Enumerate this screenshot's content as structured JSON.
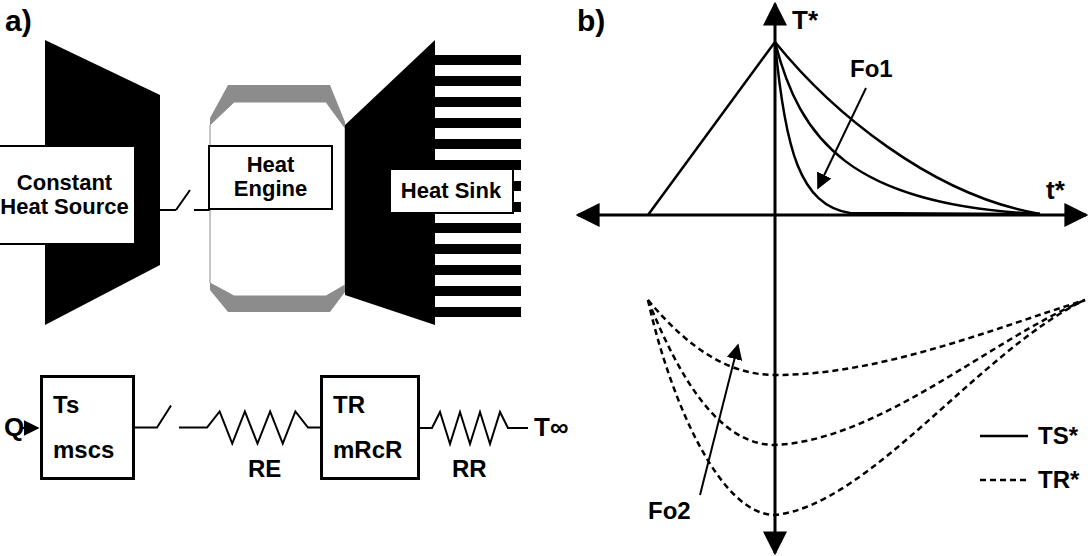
{
  "diagram": {
    "nodes": [
      {
        "text": [
          "Constant Heat Source"
        ]
      },
      {
        "text": [
          "Heat Engine"
        ]
      },
      {
        "text": [
          "Heat Sink"
        ]
      },
      {
        "text": [
          "Ts",
          "mscs"
        ]
      },
      {
        "text": [
          "TR",
          "mRcR"
        ]
      }
    ],
    "edges": [
      {
        "from": 3,
        "to": 4,
        "arrow": "none"
      }
    ],
    "labels": [
      "a)",
      "b)",
      "Q",
      "RE",
      "RR",
      "T∞",
      "T*",
      "t*",
      "Fo1",
      "Fo2"
    ],
    "legend": [
      {
        "text": "TS*"
      },
      {
        "text": "TR*"
      }
    ]
  }
}
